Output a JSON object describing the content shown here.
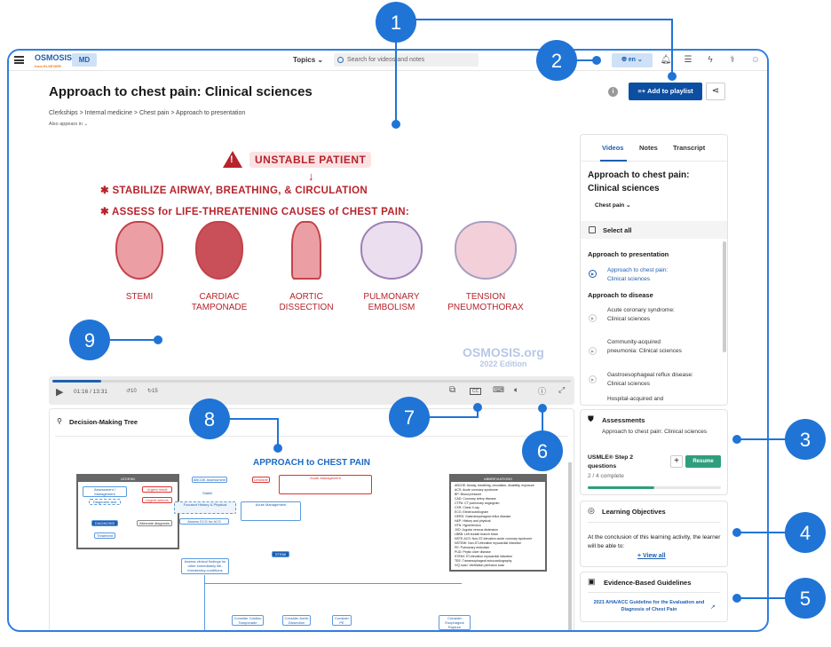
{
  "header": {
    "logo": "OSMOSIS",
    "logo_sub": "from ELSEVIER",
    "badge": "MD",
    "topics": "Topics",
    "search_placeholder": "Search for videos and notes",
    "language": "en"
  },
  "page": {
    "title": "Approach to chest pain: Clinical sciences",
    "breadcrumb": [
      "Clerkships",
      "Internal medicine",
      "Chest pain",
      "Approach to presentation"
    ],
    "also_appears": "Also appears in",
    "add_playlist": "Add to playlist"
  },
  "video": {
    "banner": "UNSTABLE PATIENT",
    "bullet1": "STABILIZE AIRWAY, BREATHING, & CIRCULATION",
    "bullet2": "ASSESS for LIFE-THREATENING CAUSES of CHEST PAIN:",
    "causes": [
      {
        "line1": "STEMI",
        "line2": ""
      },
      {
        "line1": "CARDIAC",
        "line2": "TAMPONADE"
      },
      {
        "line1": "AORTIC",
        "line2": "DISSECTION"
      },
      {
        "line1": "PULMONARY",
        "line2": "EMBOLISM"
      },
      {
        "line1": "TENSION",
        "line2": "PNEUMOTHORAX"
      }
    ],
    "watermark": "OSMOSIS.org",
    "watermark_sub": "2022 Edition",
    "time": "01:16 / 13:31",
    "progress_pct": 9.5,
    "back_skip": "10",
    "fwd_skip": "15",
    "cc": "CC"
  },
  "tree": {
    "title": "Decision-Making Tree",
    "heading": "APPROACH to CHEST PAIN",
    "legend": "LEGEND",
    "abbreviations": "ABBREVIATIONS",
    "nodes": [
      "ABCDE Assessment",
      "Unstable",
      "Acute Management",
      "Stable",
      "Focused History & Physical",
      "Acute Management",
      "Assess ECG for ACS",
      "STEMI",
      "Assess clinical findings for other immediately life-threatening conditions",
      "Consider Cardiac Tamponade",
      "Consider Aortic Dissection",
      "Consider PE",
      "Consider Esophageal Rupture"
    ],
    "legend_items": [
      "Assessment / Management",
      "Diagnostic test",
      "DIAGNOSIS",
      "Treatment",
      "Urgent result",
      "Urgent actions",
      "Alternate diagnosis"
    ],
    "abbr_items": [
      "ABCDE: Airway, breathing, circulation, disability, exposure",
      "ACS: Acute coronary syndrome",
      "BP: Blood pressure",
      "CAD: Coronary artery disease",
      "CTPA: CT pulmonary angiogram",
      "CXR: Chest X-ray",
      "ECG: Electrocardiogram",
      "GERD: Gastroesophageal reflux disease",
      "H&P: History and physical",
      "HTN: Hypertension",
      "JVD: Jugular venous distension",
      "LBBB: Left bundle branch block",
      "NSTE-ACS: Non-ST-elevation acute coronary syndrome",
      "NSTEMI: Non-ST-elevation myocardial infarction",
      "PE: Pulmonary embolism",
      "PUD: Peptic ulcer disease",
      "STEMI: ST-elevation myocardial infarction",
      "TEE: Transesophageal echocardiography",
      "V/Q scan: Ventilation perfusion scan"
    ]
  },
  "playlist": {
    "tabs": [
      "Videos",
      "Notes",
      "Transcript"
    ],
    "title": "Approach to chest pain: Clinical sciences",
    "filter": "Chest pain",
    "select_all": "Select all",
    "sections": [
      {
        "name": "Approach to presentation",
        "items": [
          "Approach to chest pain: Clinical sciences"
        ]
      },
      {
        "name": "Approach to disease",
        "items": [
          "Acute coronary syndrome: Clinical sciences",
          "Community-acquired pneumonia: Clinical sciences",
          "Gastroesophageal reflux disease: Clinical sciences",
          "Hospital-acquired and"
        ]
      }
    ]
  },
  "assessments": {
    "title": "Assessments",
    "subtitle": "Approach to chest pain: Clinical sciences",
    "qbank": "USMLE® Step 2 questions",
    "progress": "2 / 4 complete",
    "progress_pct": 50,
    "resume": "Resume"
  },
  "objectives": {
    "title": "Learning Objectives",
    "text": "At the conclusion of this learning activity, the learner will be able to:",
    "view_all": "+ View all"
  },
  "guidelines": {
    "title": "Evidence-Based Guidelines",
    "link": "2021 AHA/ACC Guideline for the Evaluation and Diagnosis of Chest Pain"
  },
  "callouts": [
    "1",
    "2",
    "3",
    "4",
    "5",
    "6",
    "7",
    "8",
    "9"
  ],
  "colors": {
    "callout": "#1f74d6",
    "brand": "#0b4ea2",
    "accent_red": "#b8232b",
    "resume": "#2e9e7c"
  }
}
